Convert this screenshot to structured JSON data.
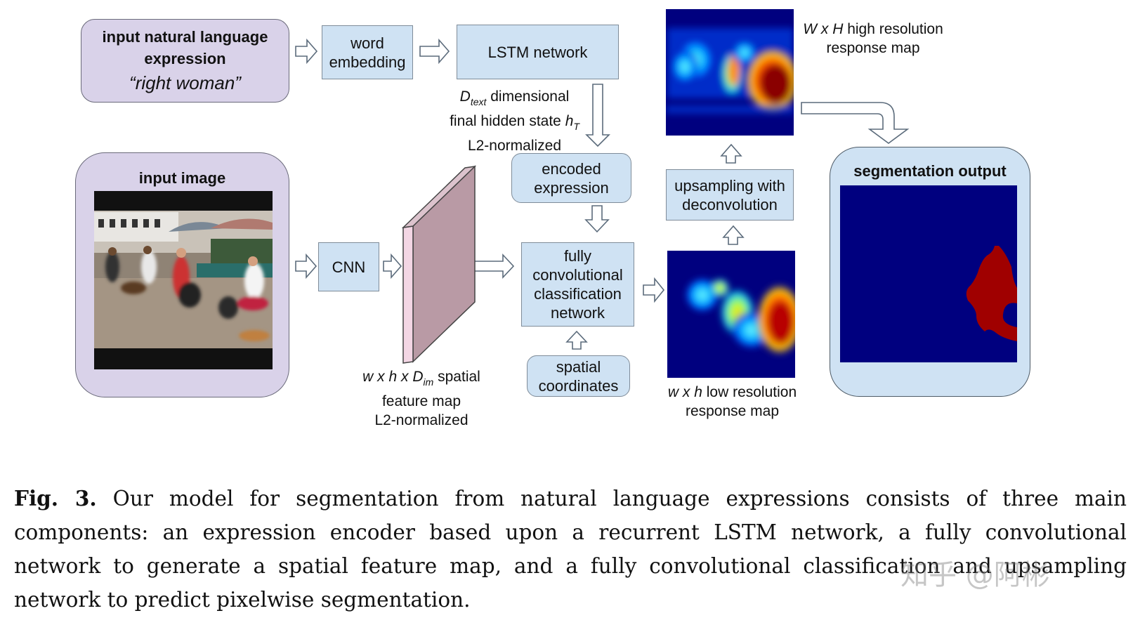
{
  "nodes": {
    "input_expression": {
      "title_line1": "input natural language",
      "title_line2": "expression",
      "quote": "“right woman”"
    },
    "word_embedding": {
      "line1": "word",
      "line2": "embedding"
    },
    "lstm": {
      "label": "LSTM network"
    },
    "hidden_state": {
      "d": "D",
      "d_sub": "text",
      "l1_rest": " dimensional",
      "l2a": "final hidden state ",
      "l2_h": "h",
      "l2_sub": "T",
      "l3": "L2-normalized"
    },
    "encoded_expression": {
      "line1": "encoded",
      "line2": "expression"
    },
    "input_image": {
      "title": "input image"
    },
    "cnn": {
      "label": "CNN"
    },
    "feature_map": {
      "l1a": "w x h x D",
      "l1_sub": "im",
      "l1b": " spatial",
      "l2": "feature map",
      "l3": "L2-normalized"
    },
    "fcn": {
      "line1": "fully",
      "line2": "convolutional",
      "line3": "classification",
      "line4": "network"
    },
    "spatial_coordinates": {
      "line1": "spatial",
      "line2": "coordinates"
    },
    "low_res": {
      "l1a": "w x h",
      "l1b": " low resolution",
      "l2": "response map"
    },
    "upsampling": {
      "line1": "upsampling with",
      "line2": "deconvolution"
    },
    "high_res": {
      "l1a": "W x H",
      "l1b": " high resolution",
      "l2": "response map"
    },
    "segmentation": {
      "title": "segmentation output"
    }
  },
  "colors": {
    "box_blue": "#cfe2f3",
    "box_purple": "#d9d2e9",
    "feature_slab": "#c9aeb6",
    "heat_low": "#00007f",
    "heat_high": "#a00000"
  },
  "caption": {
    "fig_label": "Fig. 3.",
    "text": " Our model for segmentation from natural language expressions consists of three main components: an expression encoder based upon a recurrent LSTM network, a fully convolutional network to generate a spatial feature map, and a fully convolutional classification and upsampling network to predict pixelwise segmentation."
  },
  "watermark": "知乎 @阿彬"
}
